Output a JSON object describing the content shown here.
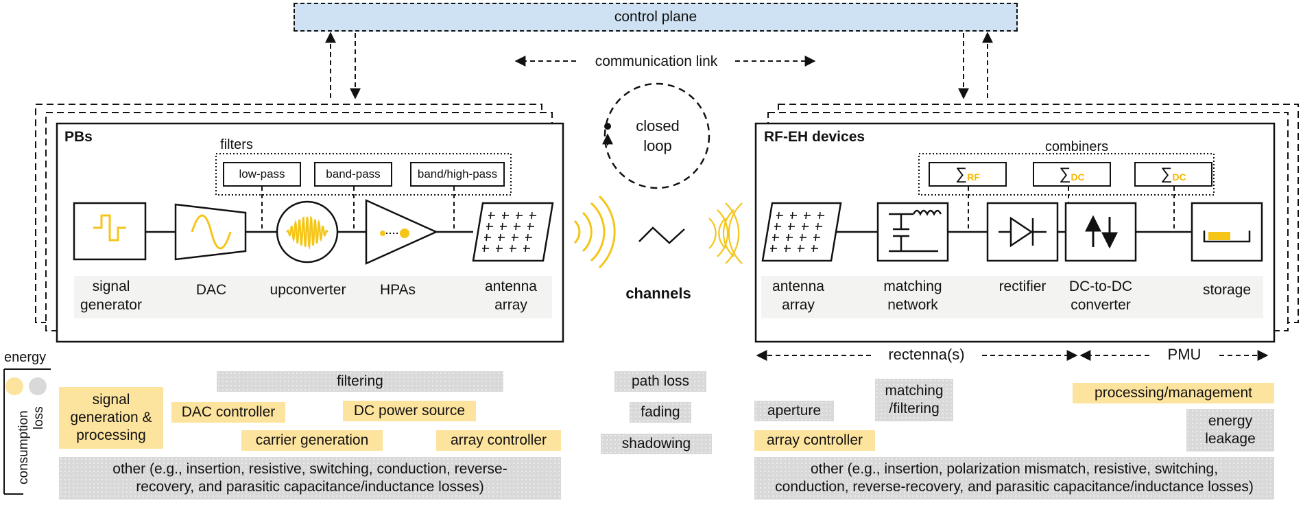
{
  "control_plane": {
    "label": "control plane",
    "fill": "#cfe2f3"
  },
  "communication_link": "communication link",
  "closed_loop": {
    "line1": "closed",
    "line2": "loop"
  },
  "pbs": {
    "title": "PBs",
    "filters_label": "filters",
    "filters": [
      "low-pass",
      "band-pass",
      "band/high-pass"
    ],
    "blocks": [
      {
        "id": "signal-generator",
        "icon": "square-pulse-icon",
        "label1": "signal",
        "label2": "generator"
      },
      {
        "id": "dac",
        "icon": "sine-wave-icon",
        "label1": "DAC",
        "label2": ""
      },
      {
        "id": "upconverter",
        "icon": "oscillation-icon",
        "label1": "upconverter",
        "label2": ""
      },
      {
        "id": "hpas",
        "icon": "amplifier-icon",
        "label1": "HPAs",
        "label2": ""
      },
      {
        "id": "antenna-array",
        "icon": "antenna-array-icon",
        "label1": "antenna",
        "label2": "array"
      }
    ]
  },
  "channels": {
    "label": "channels",
    "losses": [
      "path loss",
      "fading",
      "shadowing"
    ]
  },
  "rfeh": {
    "title": "RF-EH devices",
    "combiners_label": "combiners",
    "combiners": [
      {
        "symbol": "∑",
        "sub": "RF"
      },
      {
        "symbol": "∑",
        "sub": "DC"
      },
      {
        "symbol": "∑",
        "sub": "DC"
      }
    ],
    "blocks": [
      {
        "id": "antenna-array",
        "icon": "antenna-array-icon",
        "label1": "antenna",
        "label2": "array"
      },
      {
        "id": "matching-network",
        "icon": "lc-circuit-icon",
        "label1": "matching",
        "label2": "network"
      },
      {
        "id": "rectifier",
        "icon": "diode-icon",
        "label1": "rectifier",
        "label2": ""
      },
      {
        "id": "dc-dc-converter",
        "icon": "up-down-arrows-icon",
        "label1": "DC-to-DC",
        "label2": "converter"
      },
      {
        "id": "storage",
        "icon": "battery-icon",
        "label1": "storage",
        "label2": ""
      }
    ],
    "rectenna_label": "rectenna(s)",
    "pmu_label": "PMU"
  },
  "legend": {
    "energy": "energy",
    "consumption": "consumption",
    "loss": "loss",
    "consumption_color": "#fde49e",
    "loss_color": "#d9d9d9"
  },
  "pb_energy": {
    "filtering": "filtering",
    "signal_generation_line1": "signal",
    "signal_generation_line2": "generation &",
    "signal_generation_line3": "processing",
    "dac_controller": "DAC controller",
    "dc_power_source": "DC power source",
    "carrier_generation": "carrier generation",
    "array_controller": "array controller",
    "other_line1": "other (e.g., insertion, resistive, switching, conduction, reverse-",
    "other_line2": "recovery, and parasitic capacitance/inductance losses)"
  },
  "eh_energy": {
    "aperture": "aperture",
    "matching_line1": "matching",
    "matching_line2": "/filtering",
    "processing_management": "processing/management",
    "energy_leakage_line1": "energy",
    "energy_leakage_line2": "leakage",
    "array_controller": "array controller",
    "other_line1": "other (e.g., insertion, polarization mismatch, resistive, switching,",
    "other_line2": "conduction, reverse-recovery, and parasitic capacitance/inductance losses)"
  },
  "accent_color": "#f5c518"
}
